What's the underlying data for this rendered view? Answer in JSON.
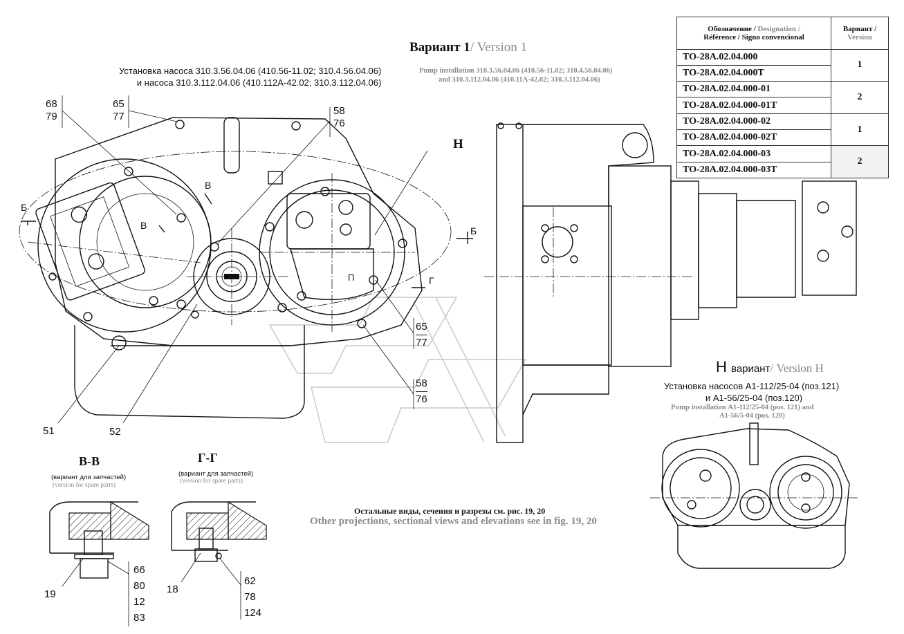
{
  "variant_title": {
    "ru": "Вариант 1",
    "en": "/ Version 1"
  },
  "variant_caption_ru": [
    "Установка насоса 310.3.56.04.06 (410.56-11.02; 310.4.56.04.06)",
    "и насоса 310.3.112.04.06 (410.112А-42.02; 310.3.112.04.06)"
  ],
  "variant_caption_en": [
    "Pump installation 310.3.56.04.06 (410.56-11.02; 310.4.56.04.06)",
    "and 310.3.112.04.06 (410.11A-42.02; 310.3.112.04.06)"
  ],
  "table": {
    "header_designation": {
      "line1_ru": "Обозначение /",
      "line1_en": "Designation /",
      "line2": "Référence / Signo convencional"
    },
    "header_variant": {
      "ru": "Вариант /",
      "en": "Version"
    },
    "rows": [
      {
        "code": "ТО-28А.02.04.000",
        "version": "1"
      },
      {
        "code": "ТО-28А.02.04.000Т",
        "version": ""
      },
      {
        "code": "ТО-28А.02.04.000-01",
        "version": "2"
      },
      {
        "code": "ТО-28А.02.04.000-01Т",
        "version": ""
      },
      {
        "code": "ТО-28А.02.04.000-02",
        "version": "1"
      },
      {
        "code": "ТО-28А.02.04.000-02Т",
        "version": ""
      },
      {
        "code": "ТО-28А.02.04.000-03",
        "version": "2"
      },
      {
        "code": "ТО-28А.02.04.000-03Т",
        "version": ""
      }
    ]
  },
  "view_labels": {
    "H": "Н",
    "B_left": "Б",
    "B_right": "Б",
    "V1": "В",
    "V2": "В",
    "G": "Г",
    "P": "П"
  },
  "callouts": {
    "c68_79": [
      "68",
      "79"
    ],
    "c65_77_top": [
      "65",
      "77"
    ],
    "c58_76_top": [
      "58",
      "76"
    ],
    "c65_77_right": [
      "65",
      "77"
    ],
    "c58_76_bottom": [
      "58",
      "76"
    ],
    "c51": "51",
    "c52": "52",
    "c19": "19",
    "c66_list": [
      "66",
      "80",
      "12",
      "83"
    ],
    "c18": "18",
    "c62_list": [
      "62",
      "78",
      "124"
    ]
  },
  "section_vv": {
    "title": "В-В",
    "note_ru": "(вариант для запчастей)",
    "note_en": "(version for spare parts)"
  },
  "section_gg": {
    "title": "Г-Г",
    "note_ru": "(вариант для запчастей)",
    "note_en": "(version for spare parts)"
  },
  "other_views": {
    "ru": "Остальные виды, сечения и разрезы см. рис. 19, 20",
    "en": "Other projections, sectional views and elevations see in fig. 19, 20"
  },
  "version_h": {
    "title_letter": "Н",
    "title_ru": "вариант",
    "title_en": "/ Version Н",
    "caption_ru": [
      "Установка насосов А1-112/25-04 (поз.121)",
      "и А1-56/25-04 (поз.120)"
    ],
    "caption_en": [
      "Pump installation А1-112/25-04 (pos. 121) and",
      "А1-56/5-04 (pos. 120)"
    ]
  }
}
